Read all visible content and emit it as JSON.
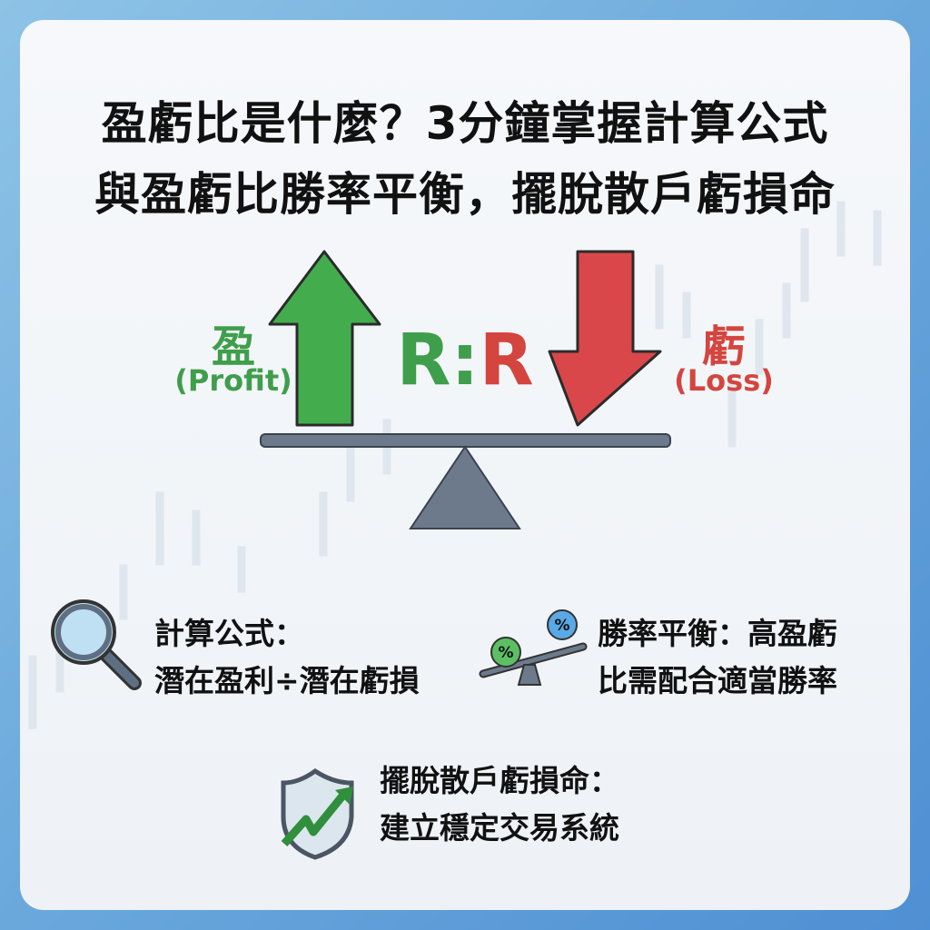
{
  "title": {
    "line1": "盈虧比是什麼？3分鐘掌握計算公式",
    "line2": "與盈虧比勝率平衡，擺脫散戶虧損命"
  },
  "diagram": {
    "profit": {
      "label": "盈",
      "sub": "(Profit)",
      "color": "#3f9e4b"
    },
    "loss": {
      "label": "虧",
      "sub": "(Loss)",
      "color": "#d4453f"
    },
    "ratio": {
      "r1": "R",
      "colon": ":",
      "r2": "R"
    }
  },
  "points": [
    {
      "icon": "magnifier-icon",
      "line1": "計算公式：",
      "line2": "潛在盈利÷潛在虧損"
    },
    {
      "icon": "balance-percent-icon",
      "line1": "勝率平衡：高盈虧",
      "line2": "比需配合適當勝率",
      "pct": "%"
    },
    {
      "icon": "shield-growth-icon",
      "line1": "擺脫散戶虧損命：",
      "line2": "建立穩定交易系統"
    }
  ]
}
